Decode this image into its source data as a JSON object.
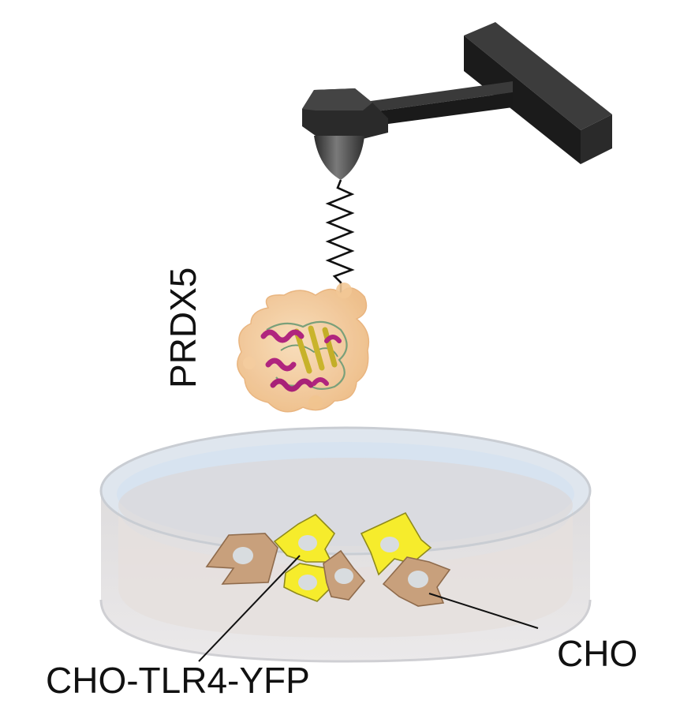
{
  "labels": {
    "protein": "PRDX5",
    "cho_tlr4": "CHO-TLR4-YFP",
    "cho": "CHO"
  },
  "colors": {
    "background": "#ffffff",
    "cantilever_dark": "#1b1b1b",
    "cantilever_top": "#3a3a3a",
    "tip": "#4a4a4a",
    "spring": "#111111",
    "protein_surface": "#f3c48f",
    "protein_helix": "#b0257e",
    "protein_sheet": "#c7b22a",
    "dish_rim": "#d9dde3",
    "dish_body": "#e4e2e3",
    "medium_blue": "#dbe6f2",
    "cho_cell": "#c8a07c",
    "yfp_cell": "#f6ec2c",
    "nucleus": "#d8dcdf"
  },
  "icons": [
    "afm-cantilever-icon",
    "spring-linker-icon",
    "protein-structure-icon",
    "petri-dish-icon"
  ]
}
